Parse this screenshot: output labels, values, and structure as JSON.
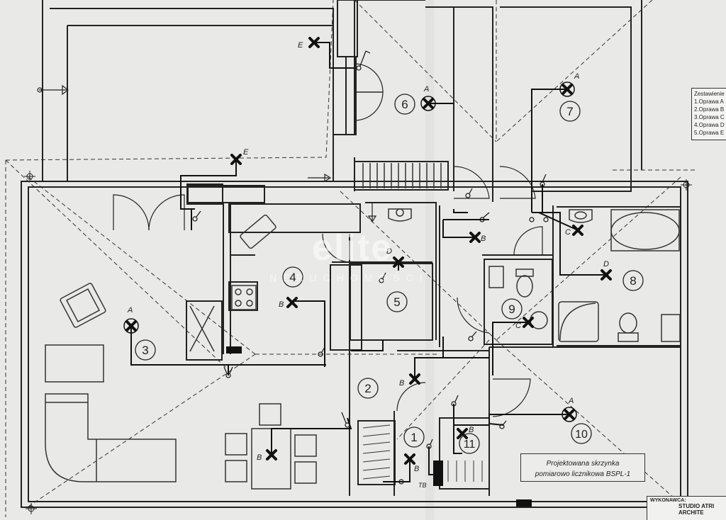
{
  "legend": {
    "title": "Zestawienie",
    "items": [
      "1.Oprawa A",
      "2.Oprawa B",
      "3.Oprawa C",
      "4.Oprawa D",
      "5.Oprawa E"
    ]
  },
  "meter_box": {
    "line1": "Projektowana skrzynka",
    "line2": "pomiarowo licznikowa BSPL-1"
  },
  "stamp": {
    "label": "WYKONAWCA:",
    "line1": "STUDIO ATRI",
    "line2": "ARCHITE"
  },
  "watermark": {
    "main": "elite",
    "sub": "NERUCHOMOŚCI"
  },
  "rooms": [
    "1",
    "2",
    "3",
    "4",
    "5",
    "6",
    "7",
    "8",
    "9",
    "10",
    "11"
  ],
  "fixtures": [
    "A",
    "A",
    "A",
    "A",
    "B",
    "B",
    "B",
    "B",
    "B",
    "B",
    "C",
    "C",
    "D",
    "D",
    "E",
    "E"
  ],
  "labels": {
    "tb": "TB"
  }
}
